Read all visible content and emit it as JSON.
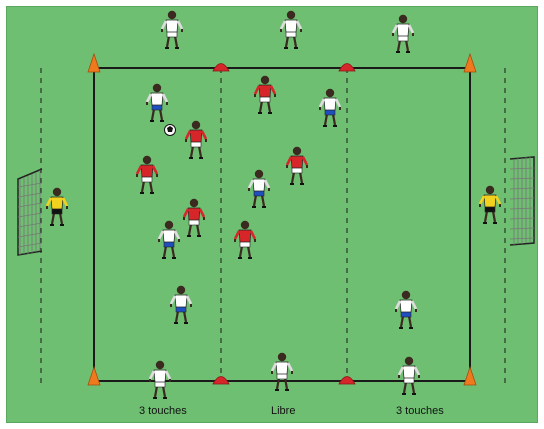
{
  "colors": {
    "pitch": "#6fbf72",
    "line": "#1a1a1a",
    "cone_orange": "#ef7a1e",
    "cone_red": "#d6262a",
    "team_red_shirt": "#d6262a",
    "team_red_shorts": "#ffffff",
    "team_white_shirt": "#ffffff",
    "team_white_shorts": "#1f4fbf",
    "keeper_shirt": "#f2d21f",
    "keeper_shorts": "#111111",
    "skin": "#3a2a20",
    "goal_net": "#cfcfcf"
  },
  "zones": [
    {
      "label": "3 touches"
    },
    {
      "label": "Libre"
    },
    {
      "label": "3 touches"
    }
  ],
  "icons": {
    "cone": "cone-icon",
    "ball": "soccer-ball-icon",
    "goal": "goal-net-icon",
    "player": "player-icon"
  }
}
